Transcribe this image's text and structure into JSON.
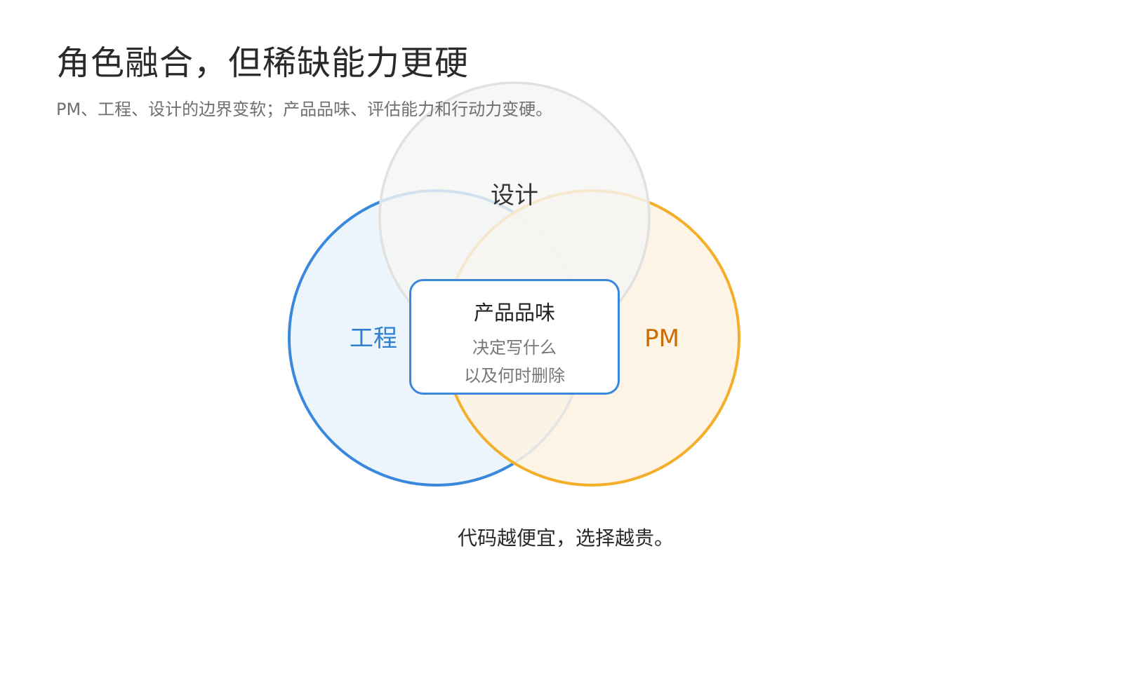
{
  "header": {
    "title": "角色融合，但稀缺能力更硬",
    "subtitle": "PM、工程、设计的边界变软；产品品味、评估能力和行动力变硬。"
  },
  "venn": {
    "circles": [
      {
        "name": "工程",
        "fill": "#ebf3fc",
        "stroke": "#3a88dd",
        "label_color": "#2f7fd0"
      },
      {
        "name": "PM",
        "fill": "#fdf3e2",
        "stroke": "#f5ae2a",
        "label_color": "#c96d07"
      },
      {
        "name": "设计",
        "fill": "#f5f5f3",
        "stroke": "#e1e1df",
        "label_color": "#333333"
      }
    ],
    "center": {
      "title": "产品品味",
      "lines": [
        "决定写什么",
        "以及何时删除"
      ],
      "border_color": "#3a88dd"
    }
  },
  "footer": {
    "note": "代码越便宜，选择越贵。"
  }
}
